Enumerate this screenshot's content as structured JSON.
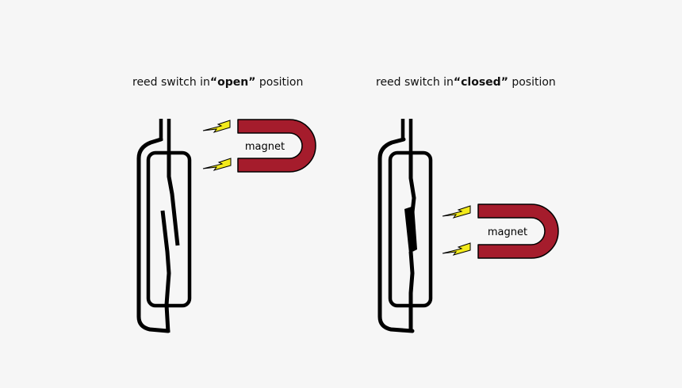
{
  "diagrams": [
    {
      "caption_prefix": "reed switch in",
      "caption_state": "“open”",
      "caption_suffix": " position",
      "magnet_label": "magnet"
    },
    {
      "caption_prefix": "reed switch in",
      "caption_state": "“closed”",
      "caption_suffix": " position",
      "magnet_label": "magnet"
    }
  ],
  "colors": {
    "magnet": "#a51c2c",
    "spark": "#f2ea1c",
    "outline": "#000000",
    "background": "#f6f6f6"
  }
}
